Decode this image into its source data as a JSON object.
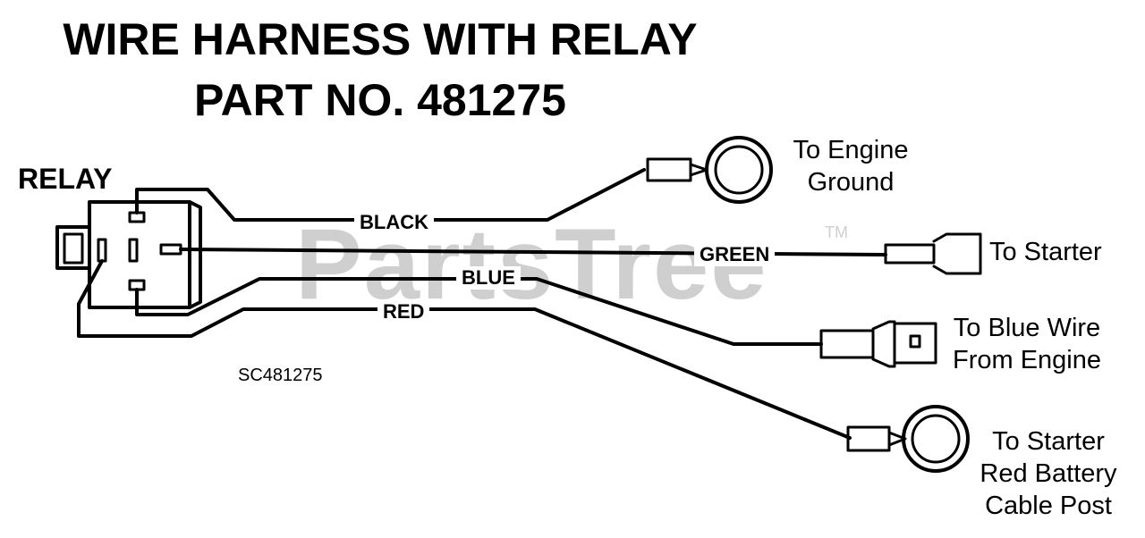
{
  "title_line1": "WIRE HARNESS WITH RELAY",
  "title_line2": "PART NO. 481275",
  "relay_label": "RELAY",
  "watermark": "PartsTree",
  "trademark": "TM",
  "diagram_code": "SC481275",
  "wires": {
    "black": "BLACK",
    "green": "GREEN",
    "blue": "BLUE",
    "red": "RED"
  },
  "terminals": {
    "engine_ground_line1": "To Engine",
    "engine_ground_line2": "Ground",
    "starter": "To Starter",
    "blue_wire_line1": "To Blue Wire",
    "blue_wire_line2": "From Engine",
    "battery_line1": "To Starter",
    "battery_line2": "Red Battery",
    "battery_line3": "Cable Post"
  },
  "colors": {
    "ink": "#000000",
    "watermark": "#cfcfcf"
  }
}
